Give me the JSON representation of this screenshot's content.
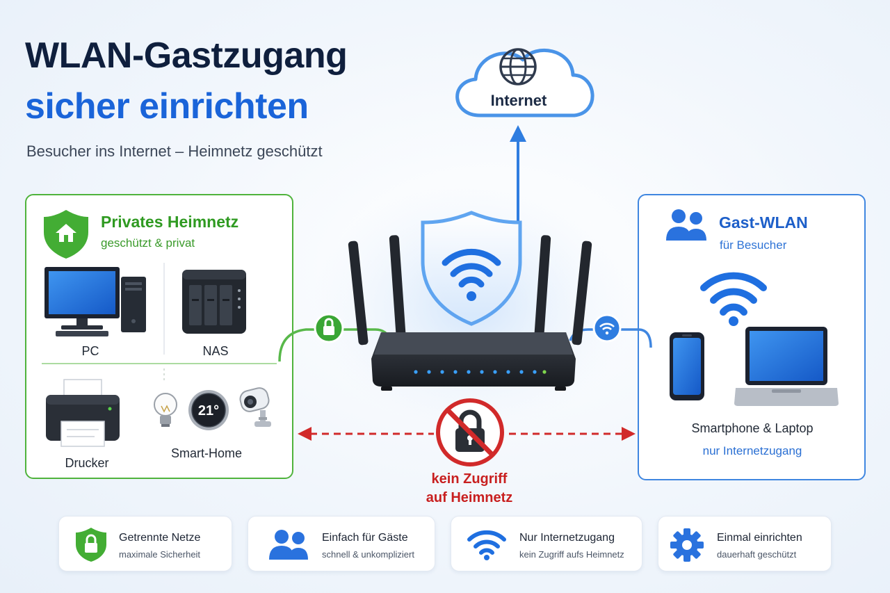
{
  "header": {
    "title_line1": "WLAN-Gastzugang",
    "title_line2": "sicher einrichten",
    "subtitle": "Besucher ins Internet – Heimnetz geschützt"
  },
  "cloud": {
    "label": "Internet"
  },
  "home_network": {
    "title": "Privates Heimnetz",
    "subtitle": "geschützt & privat",
    "devices": [
      "PC",
      "NAS",
      "Drucker",
      "Smart-Home"
    ],
    "thermostat_value": "21°"
  },
  "guest_network": {
    "title": "Gast-WLAN",
    "subtitle": "für Besucher",
    "devices_label": "Smartphone & Laptop",
    "note": "nur Internetzugang"
  },
  "blocked": {
    "line1": "kein Zugriff",
    "line2": "auf Heimnetz"
  },
  "features": [
    {
      "title": "Getrennte Netze",
      "subtitle": "maximale Sicherheit",
      "icon": "shield-lock-icon"
    },
    {
      "title": "Einfach für Gäste",
      "subtitle": "schnell & unkompliziert",
      "icon": "users-icon"
    },
    {
      "title": "Nur Internetzugang",
      "subtitle": "kein Zugriff aufs Heimnetz",
      "icon": "wifi-icon"
    },
    {
      "title": "Einmal einrichten",
      "subtitle": "dauerhaft geschützt",
      "icon": "gear-icon"
    }
  ],
  "colors": {
    "home_green": "#4fb33c",
    "guest_blue": "#3f86e0",
    "title_blue": "#1a64d9",
    "block_red": "#c81f1f"
  }
}
